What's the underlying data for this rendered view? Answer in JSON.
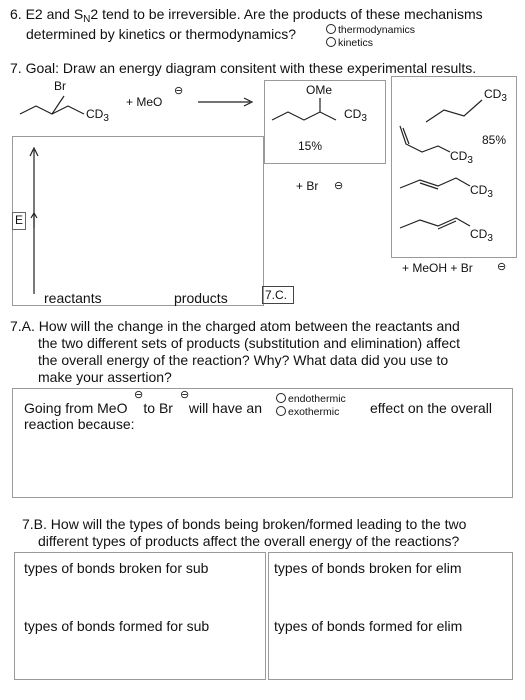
{
  "q6": {
    "line1_a": "6. E2 and S",
    "line1_sub": "N",
    "line1_b": "2 tend to be irreversible. Are the products of these mechanisms",
    "line2": "determined by kinetics or thermodynamics?",
    "opt1": "thermodynamics",
    "opt2": "kinetics"
  },
  "q7": {
    "goal": "7. Goal: Draw an energy diagram consitent with these experimental results.",
    "reactant_br": "Br",
    "reactant_cd3": "CD",
    "sub3": "3",
    "plus_meo": "+  MeO",
    "charge": "⊖",
    "prod_ome": "OMe",
    "prod_cd3": "CD",
    "pct15": "15%",
    "plus_br": "+ Br",
    "elim_cd3_a": "CD",
    "elim_pct": "85%",
    "elim_cd3_b": "CD",
    "elim_cd3_c": "CD",
    "elim_cd3_d": "CD",
    "elim_plus": "+ MeOH  + Br",
    "axis_e": "E",
    "reactants": "reactants",
    "products": "products",
    "tag_7c": "7.C."
  },
  "q7a": {
    "line1": "7.A. How will the change in the charged atom between the reactants and",
    "line2": "the two different sets of products (substitution and elimination) affect",
    "line3": "the overall energy of the reaction? Why? What data did you use to",
    "line4": "make your assertion?",
    "box_a": "Going from MeO",
    "box_b": " to Br",
    "box_c": " will have an",
    "opt_endo": "endothermic",
    "opt_exo": "exothermic",
    "box_d": "effect on the overall",
    "box_e": "reaction because:"
  },
  "q7b": {
    "line1": "7.B. How will the types of bonds being broken/formed leading to the two",
    "line2": "different types of products affect the overall energy of the reactions?",
    "sub_broken": "types of bonds broken for sub",
    "elim_broken": "types of bonds broken for elim",
    "sub_formed": "types of bonds formed for sub",
    "elim_formed": "types of bonds formed for elim"
  }
}
